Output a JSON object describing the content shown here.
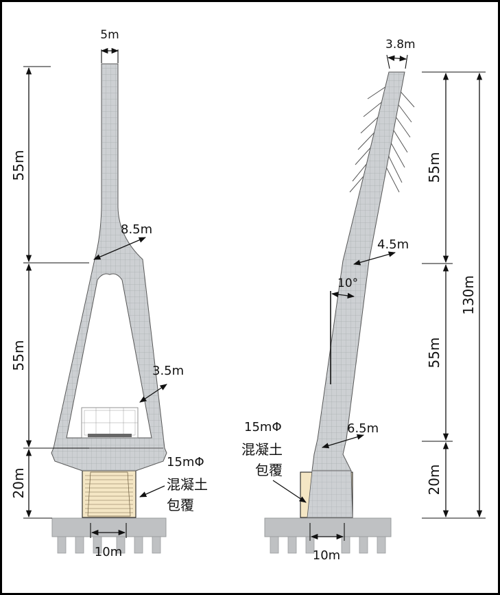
{
  "left_tower": {
    "top_width": "5m",
    "upper_height": "55m",
    "junction_width": "8.5m",
    "leg_height": "55m",
    "leg_width": "3.5m",
    "base_height": "20m",
    "encasement_spec": "15mΦ",
    "encasement_text_1": "混凝土",
    "encasement_text_2": "包覆",
    "foundation_width": "10m"
  },
  "right_tower": {
    "top_width": "3.8m",
    "upper_height": "55m",
    "mid_width": "4.5m",
    "tilt_angle": "10°",
    "middle_height": "55m",
    "lower_width": "6.5m",
    "base_height": "20m",
    "total_height": "130m",
    "encasement_spec": "15mΦ",
    "encasement_text_1": "混凝土",
    "encasement_text_2": "包覆",
    "foundation_width": "10m"
  },
  "colors": {
    "tower": "#cdd0d3",
    "concrete": "#f4e6c4",
    "ground": "#bfc1c3",
    "frame": "#000000"
  }
}
